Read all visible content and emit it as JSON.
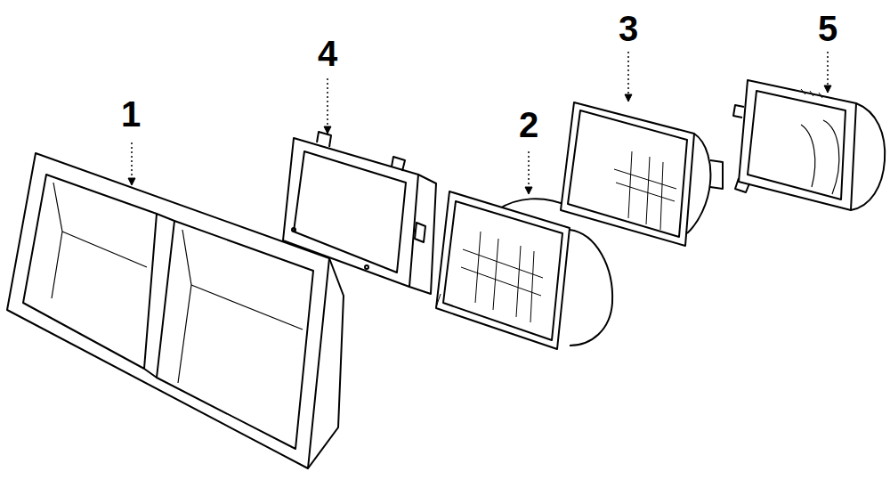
{
  "diagram": {
    "labels": [
      "1",
      "4",
      "2",
      "3",
      "5"
    ]
  }
}
